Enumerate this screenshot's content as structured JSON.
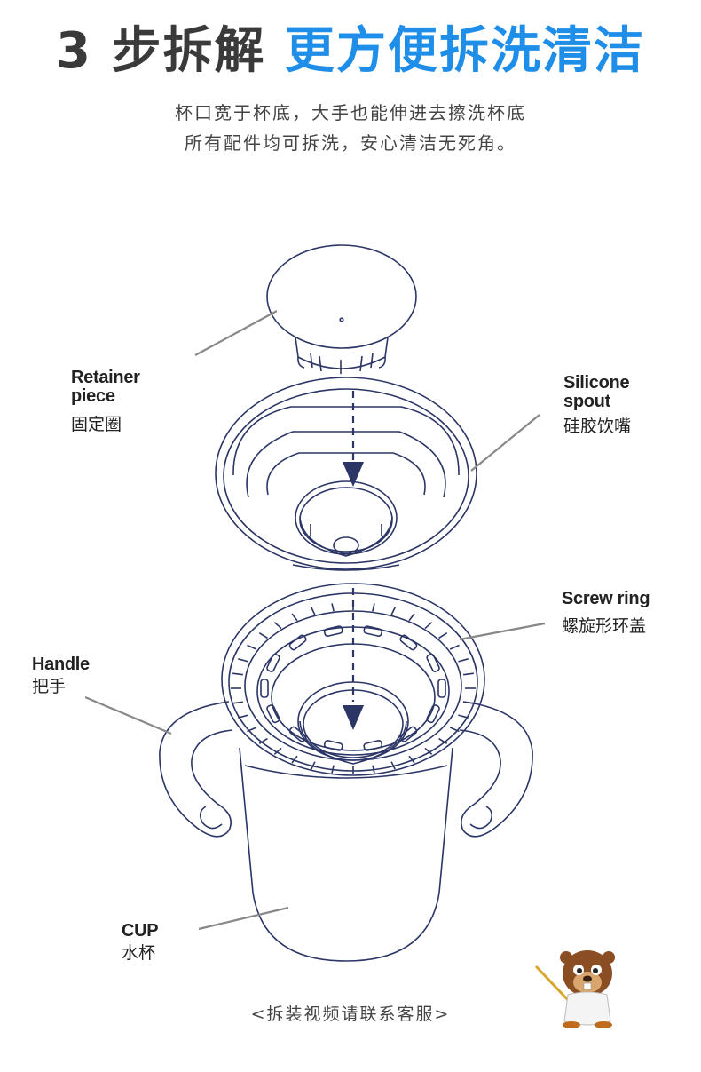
{
  "header": {
    "title_part1": "3 步拆解",
    "title_part2": "更方便拆洗清洁",
    "subtitle_line1": "杯口宽于杯底，大手也能伸进去擦洗杯底",
    "subtitle_line2": "所有配件均可拆洗，安心清洁无死角。"
  },
  "labels": {
    "retainer_en_1": "Retainer",
    "retainer_en_2": "piece",
    "retainer_cn": "固定圈",
    "spout_en_1": "Silicone",
    "spout_en_2": "spout",
    "spout_cn": "硅胶饮嘴",
    "screw_en": "Screw ring",
    "screw_cn": "螺旋形环盖",
    "handle_en": "Handle",
    "handle_cn": "把手",
    "cup_en": "CUP",
    "cup_cn": "水杯"
  },
  "footer": {
    "text": "<拆装视频请联系客服>"
  },
  "colors": {
    "title_blue": "#1f8ee8",
    "title_dark": "#3a3a3a",
    "outline": "#2b3566",
    "leader": "#888888"
  }
}
